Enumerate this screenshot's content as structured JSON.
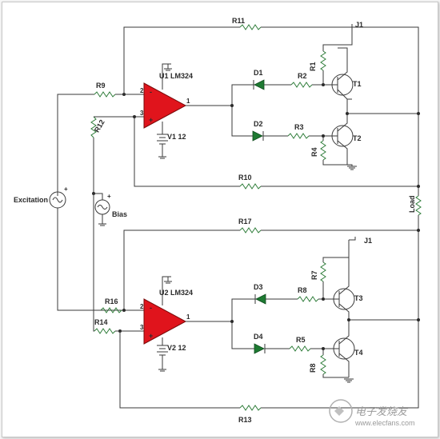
{
  "labels": {
    "r11": "R11",
    "r9": "R9",
    "r12": "R12",
    "r10": "R10",
    "r1": "R1",
    "r2": "R2",
    "r3": "R3",
    "r4": "R4",
    "r17": "R17",
    "r16": "R16",
    "r14": "R14",
    "r13": "R13",
    "r7": "R7",
    "r8_top": "R8",
    "r5": "R5",
    "r8_bot": "R8",
    "d1": "D1",
    "d2": "D2",
    "d3": "D3",
    "d4": "D4",
    "t1": "T1",
    "t2": "T2",
    "t3": "T3",
    "t4": "T4",
    "u1": "U1 LM324",
    "u2": "U2 LM324",
    "v1": "V1 12",
    "v2": "V2 12",
    "j1_top": "J1",
    "j1_bot": "J1",
    "excitation": "Excitation",
    "bias": "Bias",
    "load": "Load",
    "pin2_u1": "2",
    "pin3_u1": "3",
    "pin1_u1": "1",
    "pin2_u2": "2",
    "pin3_u2": "3",
    "pin1_u2": "1",
    "minus": "-",
    "plus": "+"
  },
  "watermark": {
    "main": "电子发烧友",
    "url": "www.elecfans.com"
  },
  "colors": {
    "opamp": "#e0141c",
    "diode": "#1e7a32",
    "wire": "#3a3a3a",
    "resistor": "#2f7d3a"
  }
}
